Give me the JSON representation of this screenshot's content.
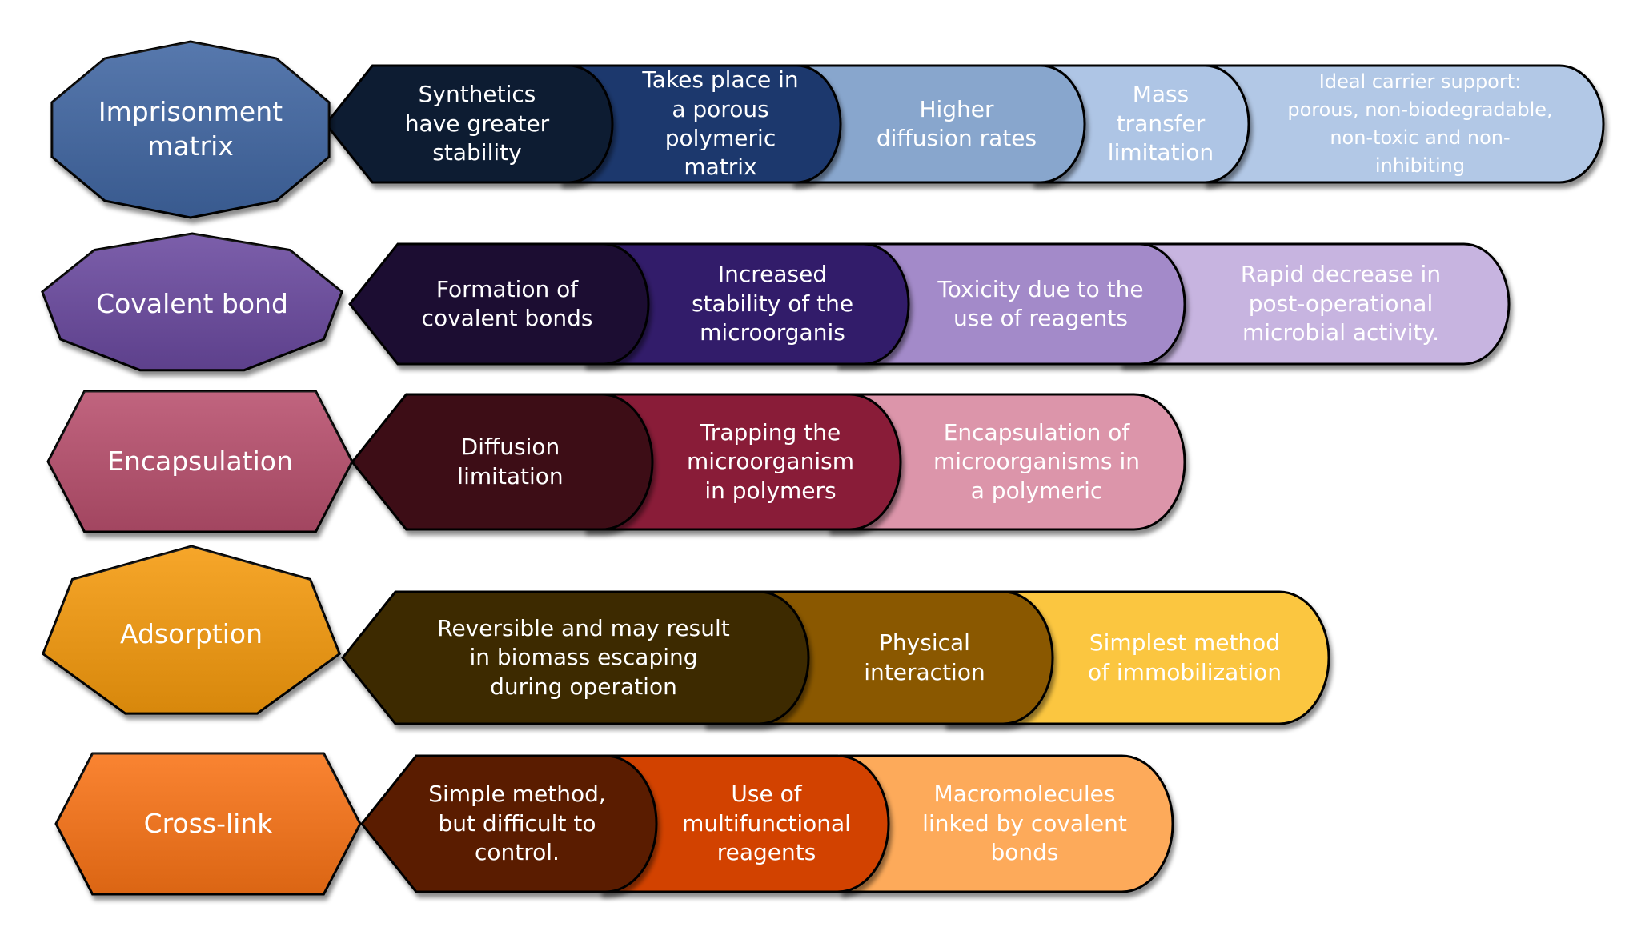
{
  "rows": [
    {
      "category": "Imprisonment\nmatrix",
      "category_color": "#3f66a2",
      "segments": [
        {
          "text": "Synthetics\nhave greater\nstability",
          "color": "#0e1a33"
        },
        {
          "text": "Takes place in\na porous\npolymeric\nmatrix",
          "color": "#1b376d"
        },
        {
          "text": "Higher\ndiffusion rates",
          "color": "#88a6cd"
        },
        {
          "text": "Mass\ntransfer\nlimitation",
          "color": "#aec5e5"
        },
        {
          "text": "Ideal carrier support:\nporous, non-biodegradable,\nnon-toxic and non-\ninhibiting",
          "color": "#b2c8e6"
        }
      ]
    },
    {
      "category": "Covalent bond",
      "category_color": "#6a4a9f",
      "segments": [
        {
          "text": "Formation of\ncovalent bonds",
          "color": "#1a0f30"
        },
        {
          "text": "Increased\nstability of the\nmicroorganis",
          "color": "#321c6b"
        },
        {
          "text": "Toxicity due to the\nuse of reagents",
          "color": "#a38ac9"
        },
        {
          "text": "Rapid decrease in\npost-operational\nmicrobial activity.",
          "color": "#c7b4e0"
        }
      ]
    },
    {
      "category": "Encapsulation",
      "category_color": "#b8506d",
      "segments": [
        {
          "text": "Diffusion\nlimitation",
          "color": "#3c0d19"
        },
        {
          "text": "Trapping the\nmicroorganism\nin polymers",
          "color": "#891b38"
        },
        {
          "text": "Encapsulation of\nmicroorganisms in\na polymeric",
          "color": "#dc95aa"
        }
      ]
    },
    {
      "category": "Adsorption",
      "category_color": "#f59a10",
      "segments": [
        {
          "text": "Reversible and may result\nin biomass escaping\nduring operation",
          "color": "#3e2a06"
        },
        {
          "text": "Physical\ninteraction",
          "color": "#8a5802"
        },
        {
          "text": "Simplest method\nof immobilization",
          "color": "#fbc640"
        }
      ]
    },
    {
      "category": "Cross-link",
      "category_color": "#f97316",
      "segments": [
        {
          "text": "Simple method,\nbut difficult to\ncontrol.",
          "color": "#5a1c02"
        },
        {
          "text": "Use of\nmultifunctional\nreagents",
          "color": "#d24202"
        },
        {
          "text": "Macromolecules\nlinked by covalent\nbonds",
          "color": "#fdaa5a"
        }
      ]
    }
  ]
}
